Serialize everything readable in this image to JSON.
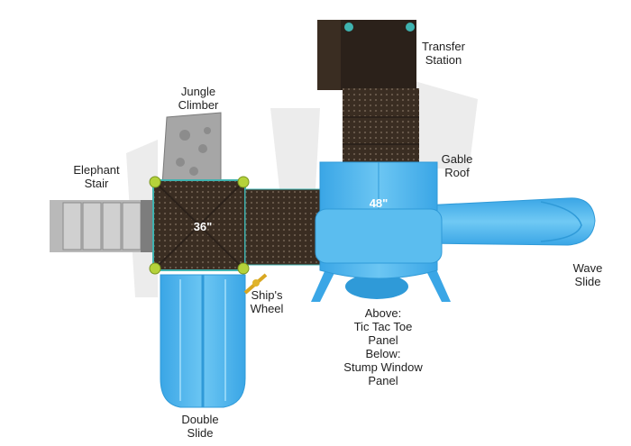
{
  "labels": {
    "transfer_station": "Transfer\nStation",
    "jungle_climber": "Jungle\nClimber",
    "gable_roof": "Gable\nRoof",
    "elephant_stair": "Elephant\nStair",
    "wave_slide": "Wave\nSlide",
    "ships_wheel": "Ship's\nWheel",
    "tic_tac_toe": "Above:\nTic Tac Toe\nPanel",
    "stump_window": "Below:\nStump Window\nPanel",
    "double_slide": "Double\nSlide"
  },
  "dimensions": {
    "deck_left": "36\"",
    "deck_right": "48\""
  },
  "colors": {
    "deck": "#3a2d22",
    "slide_blue": "#4fb8ef",
    "slide_blue_dark": "#2f9ad8",
    "climber_gray": "#a8a8a8",
    "post_green": "#b5d23a",
    "teal_trim": "#3fb3b0",
    "shadow": "#e6e6e6"
  }
}
